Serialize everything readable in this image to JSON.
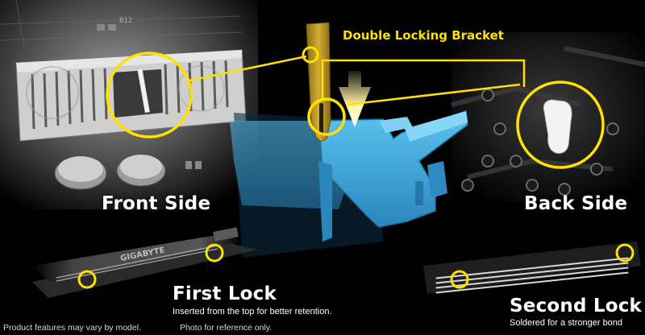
{
  "headline": {
    "title": "Double Locking Bracket"
  },
  "front": {
    "label": "Front Side"
  },
  "back": {
    "label": "Back Side"
  },
  "first_lock": {
    "label": "First Lock",
    "caption": "Inserted from the top for better retention."
  },
  "second_lock": {
    "label": "Second Lock",
    "caption": "Soldered for a stronger bond"
  },
  "disclaimer": {
    "features": "Product features may vary by model.",
    "photo": "Photo for reference only."
  },
  "board": {
    "pcb_marking": "GIGABYTE",
    "silkscreen": "B12"
  },
  "colors": {
    "accent_yellow": "#ffe100",
    "slot_blue": "#3aa0d6",
    "bracket_gold": "#c9a227",
    "text_white": "#ffffff"
  }
}
